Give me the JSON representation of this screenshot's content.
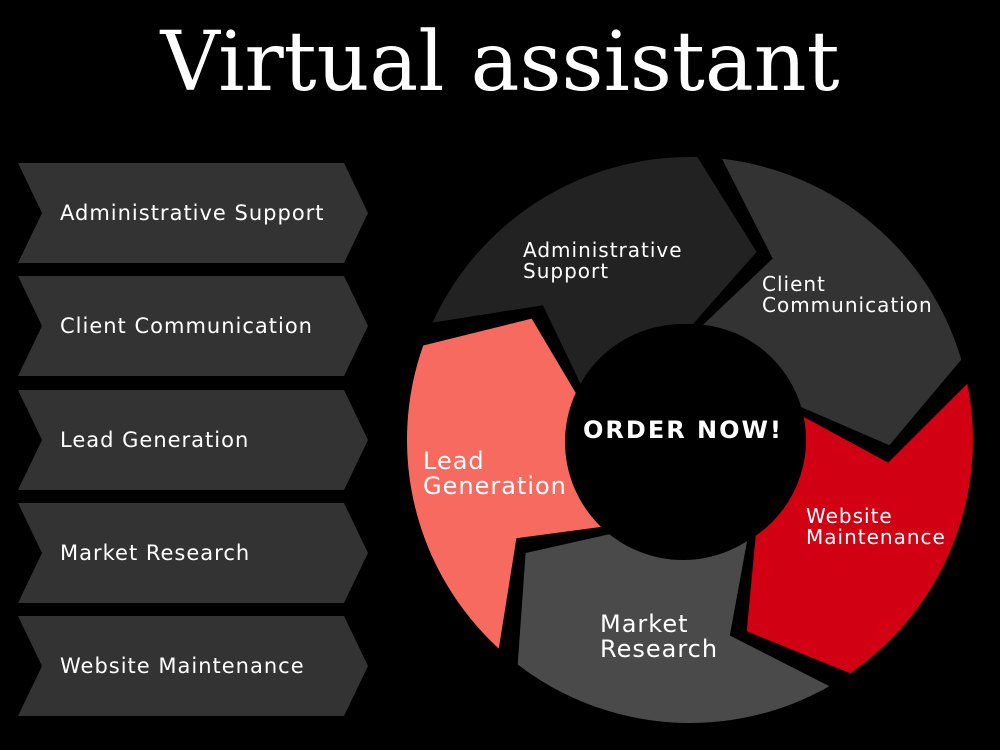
{
  "title": "Virtual assistant",
  "list": [
    "Administrative Support",
    "Client Communication",
    "Lead Generation",
    "Market Research",
    "Website Maintenance"
  ],
  "cycle": {
    "center_label": "ORDER NOW!",
    "segments": [
      {
        "lines": [
          "Administrative",
          "Support"
        ],
        "color": "#222222"
      },
      {
        "lines": [
          "Client",
          "Communication"
        ],
        "color": "#333333"
      },
      {
        "lines": [
          "Website",
          "Maintenance"
        ],
        "color": "#d10012"
      },
      {
        "lines": [
          "Market",
          "Research"
        ],
        "color": "#4a4a4a"
      },
      {
        "lines": [
          "Lead",
          "Generation"
        ],
        "color": "#f76a5f"
      }
    ]
  }
}
